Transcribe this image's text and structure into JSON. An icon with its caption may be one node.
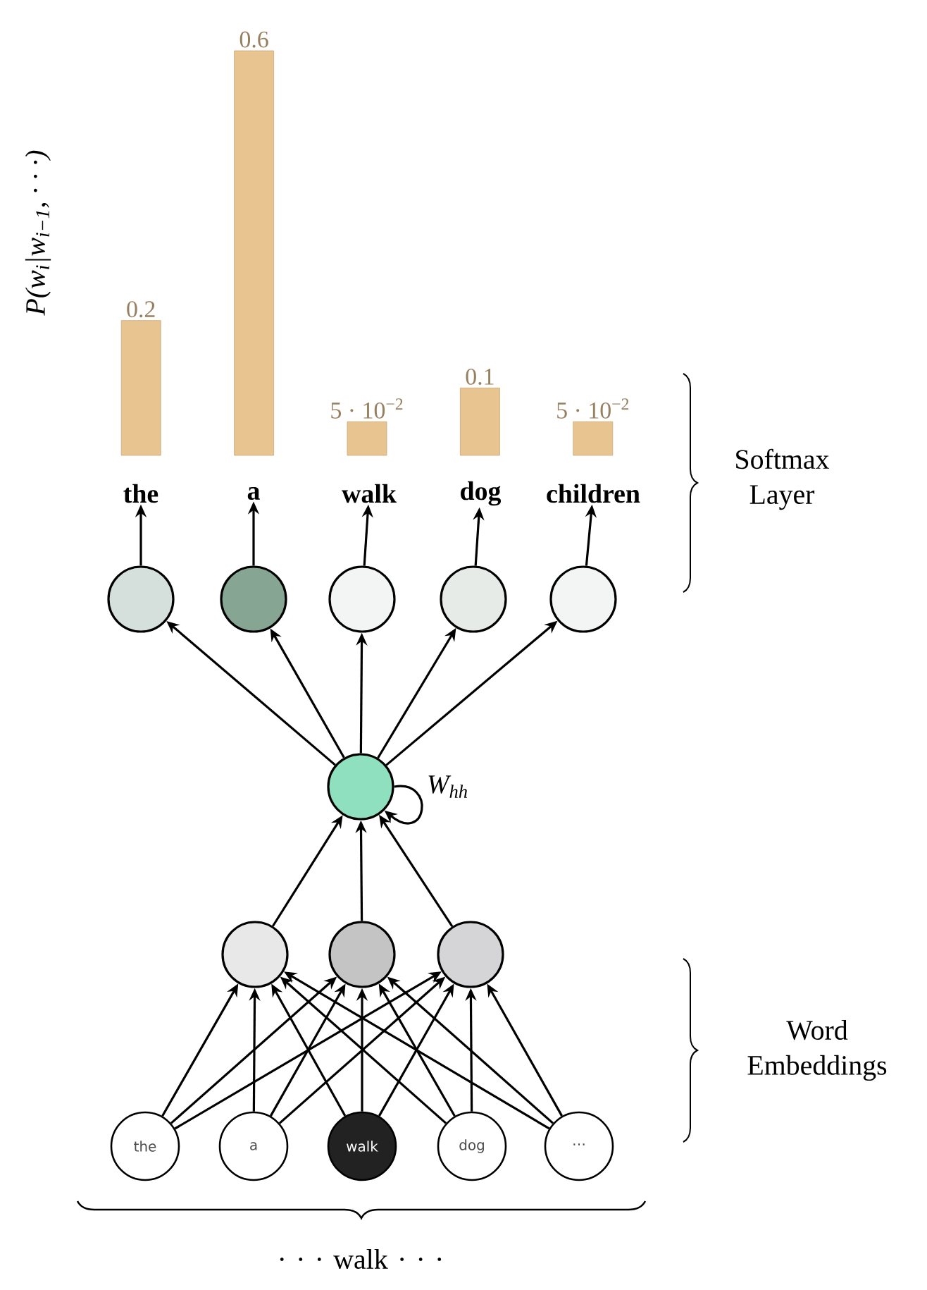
{
  "diagram": {
    "nodes": [
      {
        "text": [
          "the"
        ]
      },
      {
        "text": [
          "a"
        ]
      },
      {
        "text": [
          "walk"
        ]
      },
      {
        "text": [
          "dog"
        ]
      },
      {
        "text": [
          "children"
        ]
      },
      {
        "text": [],
        "shape": "circle"
      },
      {
        "text": [],
        "shape": "circle"
      },
      {
        "text": [],
        "shape": "circle"
      },
      {
        "text": [],
        "shape": "circle"
      },
      {
        "text": [],
        "shape": "circle"
      },
      {
        "text": [],
        "shape": "circle",
        "beside": [
          "W$_{hh}$"
        ]
      },
      {
        "text": [],
        "shape": "circle"
      },
      {
        "text": [],
        "shape": "circle"
      },
      {
        "text": [],
        "shape": "circle"
      },
      {
        "text": [
          "the"
        ]
      },
      {
        "text": [
          "a"
        ]
      },
      {
        "text": [
          "walk"
        ]
      },
      {
        "text": [
          "dog"
        ]
      },
      {
        "text": [
          "⋯"
        ]
      }
    ],
    "edges": [
      {
        "from": 5,
        "to": 0,
        "arrow": "to"
      },
      {
        "from": 6,
        "to": 1,
        "arrow": "to"
      },
      {
        "from": 7,
        "to": 2,
        "arrow": "to"
      },
      {
        "from": 8,
        "to": 3,
        "arrow": "to"
      },
      {
        "from": 9,
        "to": 4,
        "arrow": "to"
      },
      {
        "from": 10,
        "to": 5,
        "arrow": "to"
      },
      {
        "from": 10,
        "to": 6,
        "arrow": "to"
      },
      {
        "from": 10,
        "to": 7,
        "arrow": "to"
      },
      {
        "from": 10,
        "to": 8,
        "arrow": "to"
      },
      {
        "from": 10,
        "to": 9,
        "arrow": "to"
      },
      {
        "from": 10,
        "to": 10,
        "arrow": "to"
      },
      {
        "from": 11,
        "to": 10,
        "arrow": "to"
      },
      {
        "from": 12,
        "to": 10,
        "arrow": "to"
      },
      {
        "from": 13,
        "to": 10,
        "arrow": "to"
      },
      {
        "from": 14,
        "to": 11,
        "arrow": "to"
      },
      {
        "from": 14,
        "to": 12,
        "arrow": "to"
      },
      {
        "from": 14,
        "to": 13,
        "arrow": "to"
      },
      {
        "from": 15,
        "to": 11,
        "arrow": "to"
      },
      {
        "from": 15,
        "to": 12,
        "arrow": "to"
      },
      {
        "from": 15,
        "to": 13,
        "arrow": "to"
      },
      {
        "from": 16,
        "to": 11,
        "arrow": "to"
      },
      {
        "from": 16,
        "to": 12,
        "arrow": "to"
      },
      {
        "from": 16,
        "to": 13,
        "arrow": "to"
      },
      {
        "from": 17,
        "to": 11,
        "arrow": "to"
      },
      {
        "from": 17,
        "to": 12,
        "arrow": "to"
      },
      {
        "from": 17,
        "to": 13,
        "arrow": "to"
      },
      {
        "from": 18,
        "to": 11,
        "arrow": "to"
      },
      {
        "from": 18,
        "to": 12,
        "arrow": "to"
      },
      {
        "from": 18,
        "to": 13,
        "arrow": "to"
      }
    ],
    "labels": [
      "P(w$_{i}$|w$_{i−1}$, · · ·)",
      "0.2",
      "0.6",
      "5 · 10$^{−2}$",
      "0.1",
      "5 · 10$^{−2}$",
      "Softmax Layer",
      "Word Embeddings",
      "· · · walk · · ·"
    ]
  }
}
